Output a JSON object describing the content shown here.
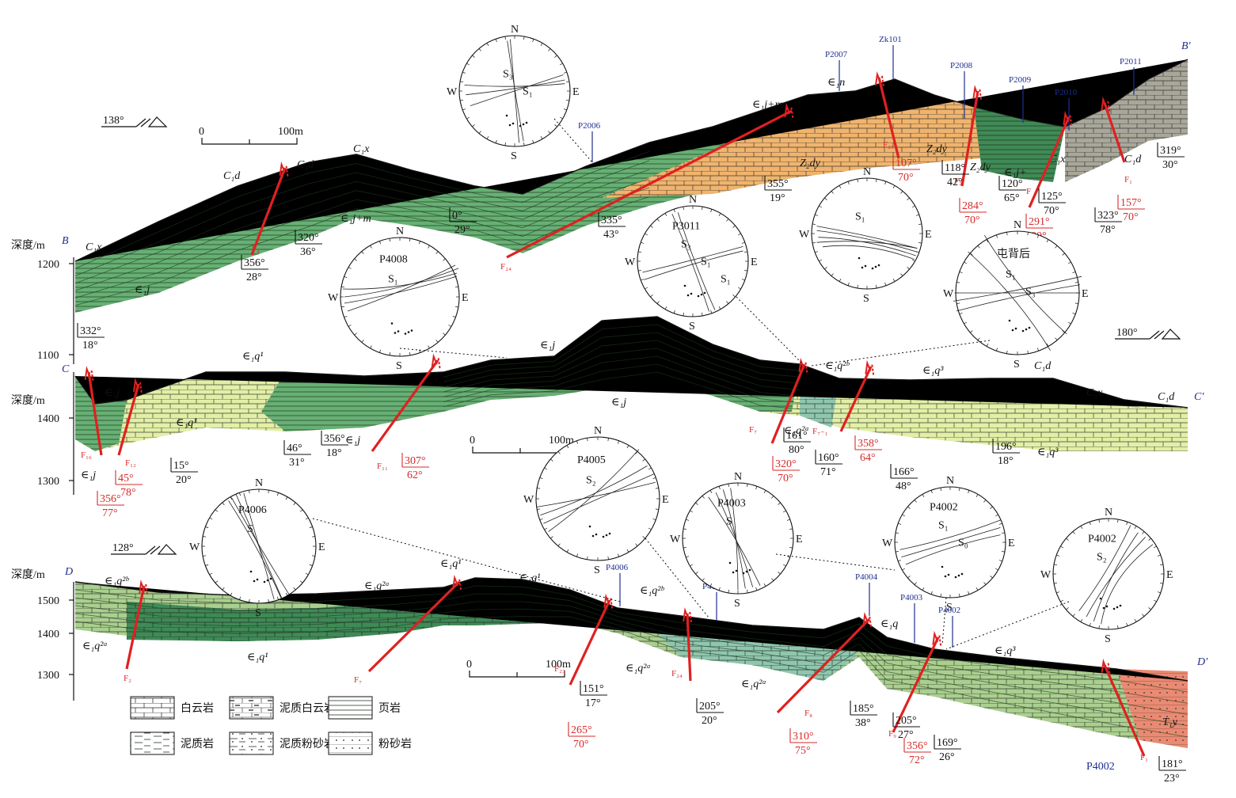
{
  "sections": {
    "b": {
      "start": "B",
      "end": "B′",
      "depth_label": "深度/m",
      "depth_ticks": [
        "1200",
        "1100"
      ],
      "direction": "138°",
      "scale_zero": "0",
      "scale_label": "100m",
      "wells": [
        "P2006",
        "P2007",
        "Zk101",
        "P2008",
        "P2009",
        "P2010",
        "P2011"
      ],
      "units": [
        "C₁x",
        "C₁d",
        "C₁d",
        "C₁x",
        "∈₁j+m",
        "∈₁j",
        "∈₁n",
        "∈₁j+m",
        "Z₂dy",
        "Z₂dy",
        "Z₂dy",
        "∈₁j+",
        "C₁d",
        "C₁x"
      ],
      "faults": [
        "F₄",
        "F₂₄",
        "F₂₅",
        "F₂",
        "F",
        "F₁"
      ],
      "attitudes": [
        {
          "az": "332°",
          "dip": "18°"
        },
        {
          "az": "356°",
          "dip": "28°"
        },
        {
          "az": "320°",
          "dip": "36°"
        },
        {
          "az": "0°",
          "dip": "29°"
        },
        {
          "az": "335°",
          "dip": "43°"
        },
        {
          "az": "355°",
          "dip": "19°"
        },
        {
          "az": "118°",
          "dip": "42°"
        },
        {
          "az": "120°",
          "dip": "65°"
        },
        {
          "az": "125°",
          "dip": "70°"
        },
        {
          "az": "323°",
          "dip": "78°"
        },
        {
          "az": "319°",
          "dip": "30°"
        }
      ],
      "fault_attitudes": [
        {
          "az": "107°",
          "dip": "70°"
        },
        {
          "az": "284°",
          "dip": "70°"
        },
        {
          "az": "291°",
          "dip": "80°"
        },
        {
          "az": "157°",
          "dip": "70°"
        }
      ]
    },
    "c": {
      "start": "C",
      "end": "C′",
      "depth_label": "深度/m",
      "depth_ticks": [
        "1400",
        "1300"
      ],
      "direction": "180°",
      "scale_zero": "0",
      "scale_label": "100m",
      "units": [
        "∈₁j",
        "∈₁q¹",
        "∈₁q¹",
        "∈₁j",
        "∈₁j",
        "∈₁j",
        "∈₁q¹",
        "∈₁q²ᵇ",
        "∈₁q²ᵃ",
        "∈₁q³",
        "∈₁q³",
        "C₁d",
        "C₁x",
        "C₁d",
        "∈₁j"
      ],
      "faults": [
        "F₁₆",
        "F₁₂",
        "F₁₁",
        "F₇",
        "F₇₋₁"
      ],
      "attitudes": [
        {
          "az": "15°",
          "dip": "20°"
        },
        {
          "az": "46°",
          "dip": "31°"
        },
        {
          "az": "356°",
          "dip": "18°"
        },
        {
          "az": "161°",
          "dip": "80°"
        },
        {
          "az": "160°",
          "dip": "71°"
        },
        {
          "az": "166°",
          "dip": "48°"
        },
        {
          "az": "196°",
          "dip": "18°"
        }
      ],
      "fault_attitudes": [
        {
          "az": "356°",
          "dip": "77°"
        },
        {
          "az": "45°",
          "dip": "78°"
        },
        {
          "az": "307°",
          "dip": "62°"
        },
        {
          "az": "320°",
          "dip": "70°"
        },
        {
          "az": "358°",
          "dip": "64°"
        }
      ]
    },
    "d": {
      "start": "D",
      "end": "D′",
      "depth_label": "深度/m",
      "depth_ticks": [
        "1500",
        "1400",
        "1300"
      ],
      "direction": "128°",
      "scale_zero": "0",
      "scale_label": "100m",
      "wells": [
        "P4006",
        "P4005",
        "P4004",
        "P4003",
        "P4002",
        "P4002"
      ],
      "units": [
        "∈₁q²ᵇ",
        "∈₁q²ᵃ",
        "∈₁q²ᵃ",
        "∈₁q¹",
        "∈₁q¹",
        "∈₁q²ᵇ",
        "∈₁q²ᵃ",
        "∈₁q²ᵃ",
        "∈₁q",
        "∈₁q³",
        "T₁y",
        "∈₁q¹"
      ],
      "faults": [
        "F₂",
        "F₇",
        "F₂₃",
        "F₂₄",
        "F₈",
        "F₉",
        "F₁"
      ],
      "attitudes": [
        {
          "az": "151°",
          "dip": "17°"
        },
        {
          "az": "205°",
          "dip": "20°"
        },
        {
          "az": "185°",
          "dip": "38°"
        },
        {
          "az": "205°",
          "dip": "27°"
        },
        {
          "az": "169°",
          "dip": "26°"
        },
        {
          "az": "181°",
          "dip": "23°"
        }
      ],
      "fault_attitudes": [
        {
          "az": "265°",
          "dip": "70°"
        },
        {
          "az": "310°",
          "dip": "75°"
        },
        {
          "az": "356°",
          "dip": "72°"
        }
      ]
    }
  },
  "stereonets": [
    {
      "label": "",
      "n": "N",
      "s": "S",
      "e": "E",
      "w": "W",
      "s_labels": [
        "S₃",
        "S₁"
      ]
    },
    {
      "label": "",
      "n": "N",
      "s": "S",
      "e": "E",
      "w": "W",
      "s_labels": [
        "S₁"
      ]
    },
    {
      "label": "P3011",
      "n": "N",
      "s": "S",
      "e": "E",
      "w": "W",
      "s_labels": [
        "S₃",
        "S₁",
        "S₁"
      ]
    },
    {
      "label": "P4008",
      "n": "N",
      "s": "S",
      "e": "E",
      "w": "W",
      "s_labels": [
        "S₁"
      ]
    },
    {
      "label": "屯背后",
      "n": "N",
      "s": "S",
      "e": "E",
      "w": "W",
      "s_labels": [
        "S₁",
        "S₃"
      ]
    },
    {
      "label": "P4006",
      "n": "N",
      "s": "S",
      "e": "E",
      "w": "W",
      "s_labels": [
        "S"
      ]
    },
    {
      "label": "P4005",
      "n": "N",
      "s": "S",
      "e": "E",
      "w": "W",
      "s_labels": [
        "S₂"
      ]
    },
    {
      "label": "P4003",
      "n": "N",
      "s": "S",
      "e": "E",
      "w": "W",
      "s_labels": [
        "S"
      ]
    },
    {
      "label": "P4002",
      "n": "N",
      "s": "S",
      "e": "E",
      "w": "W",
      "s_labels": [
        "S₁",
        "S₀"
      ]
    },
    {
      "label": "P4002",
      "n": "N",
      "s": "S",
      "e": "E",
      "w": "W",
      "s_labels": [
        "S₂"
      ]
    }
  ],
  "legend": [
    {
      "name": "白云岩"
    },
    {
      "name": "泥质白云岩"
    },
    {
      "name": "页岩"
    },
    {
      "name": "泥质岩"
    },
    {
      "name": "泥质粉砂岩"
    },
    {
      "name": "粉砂岩"
    }
  ],
  "colors": {
    "green_dark": "#3f8a56",
    "green_mid": "#67b074",
    "green_light": "#aacf8f",
    "yellow_green": "#e2efa6",
    "orange": "#f0b46e",
    "gray": "#a8a79a",
    "teal": "#8fc7ae",
    "salmon": "#ea8a72",
    "fault_red": "#e02020"
  }
}
